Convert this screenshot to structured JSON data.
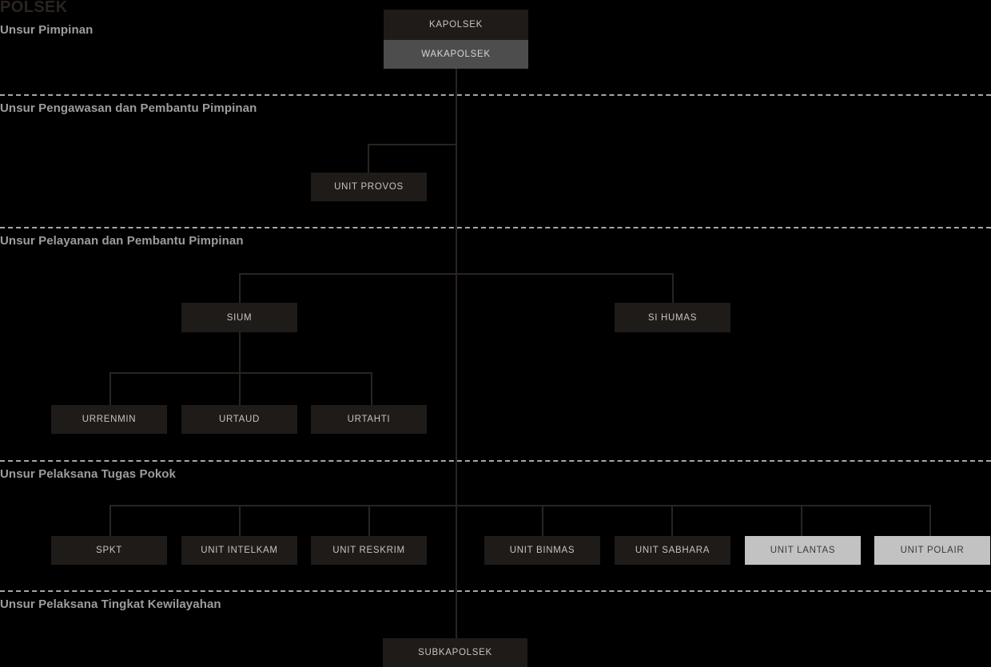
{
  "page": {
    "title": "POLSEK",
    "background_color": "#000000"
  },
  "colors": {
    "box_dark": "#1f1b19",
    "box_mid": "#4d4d4d",
    "box_light": "#c2c2c2",
    "text_light": "#c9c4bf",
    "text_dark": "#3a3a3a",
    "section_label": "#9d9d9d",
    "divider": "#a6a6a6",
    "connector": "#2a2420",
    "title": "#2b2421"
  },
  "sections": [
    {
      "label": "Unsur Pimpinan"
    },
    {
      "label": "Unsur Pengawasan dan Pembantu Pimpinan"
    },
    {
      "label": "Unsur Pelayanan dan Pembantu Pimpinan"
    },
    {
      "label": "Unsur Pelaksana Tugas Pokok"
    },
    {
      "label": "Unsur Pelaksana Tingkat Kewilayahan"
    }
  ],
  "nodes": {
    "kapolsek": "KAPOLSEK",
    "wakapolsek": "WAKAPOLSEK",
    "unit_provos": "UNIT PROVOS",
    "sium": "SIUM",
    "si_humas": "SI HUMAS",
    "urrenmin": "URRENMIN",
    "urtaud": "URTAUD",
    "urtahti": "URTAHTI",
    "spkt": "SPKT",
    "unit_intelkam": "UNIT INTELKAM",
    "unit_reskrim": "UNIT RESKRIM",
    "unit_binmas": "UNIT BINMAS",
    "unit_sabhara": "UNIT SABHARA",
    "unit_lantas": "UNIT LANTAS",
    "unit_polair": "UNIT POLAIR",
    "subkapolsek": "SUBKAPOLSEK"
  },
  "chart_data": {
    "type": "diagram",
    "title": "POLSEK",
    "subtype": "organizational-hierarchy",
    "levels": [
      {
        "section": "Unsur Pimpinan",
        "members": [
          {
            "name": "KAPOLSEK",
            "style": "dark"
          },
          {
            "name": "WAKAPOLSEK",
            "style": "mid"
          }
        ]
      },
      {
        "section": "Unsur Pengawasan dan Pembantu Pimpinan",
        "members": [
          {
            "name": "UNIT PROVOS",
            "style": "dark"
          }
        ]
      },
      {
        "section": "Unsur Pelayanan dan Pembantu Pimpinan",
        "members": [
          {
            "name": "SIUM",
            "style": "dark"
          },
          {
            "name": "SI HUMAS",
            "style": "dark"
          },
          {
            "name": "URRENMIN",
            "style": "dark",
            "parent": "SIUM"
          },
          {
            "name": "URTAUD",
            "style": "dark",
            "parent": "SIUM"
          },
          {
            "name": "URTAHTI",
            "style": "dark",
            "parent": "SIUM"
          }
        ]
      },
      {
        "section": "Unsur Pelaksana Tugas Pokok",
        "members": [
          {
            "name": "SPKT",
            "style": "dark"
          },
          {
            "name": "UNIT INTELKAM",
            "style": "dark"
          },
          {
            "name": "UNIT RESKRIM",
            "style": "dark"
          },
          {
            "name": "UNIT BINMAS",
            "style": "dark"
          },
          {
            "name": "UNIT SABHARA",
            "style": "dark"
          },
          {
            "name": "UNIT LANTAS",
            "style": "light"
          },
          {
            "name": "UNIT POLAIR",
            "style": "light"
          }
        ]
      },
      {
        "section": "Unsur Pelaksana Tingkat Kewilayahan",
        "members": [
          {
            "name": "SUBKAPOLSEK",
            "style": "dark"
          }
        ]
      }
    ]
  }
}
